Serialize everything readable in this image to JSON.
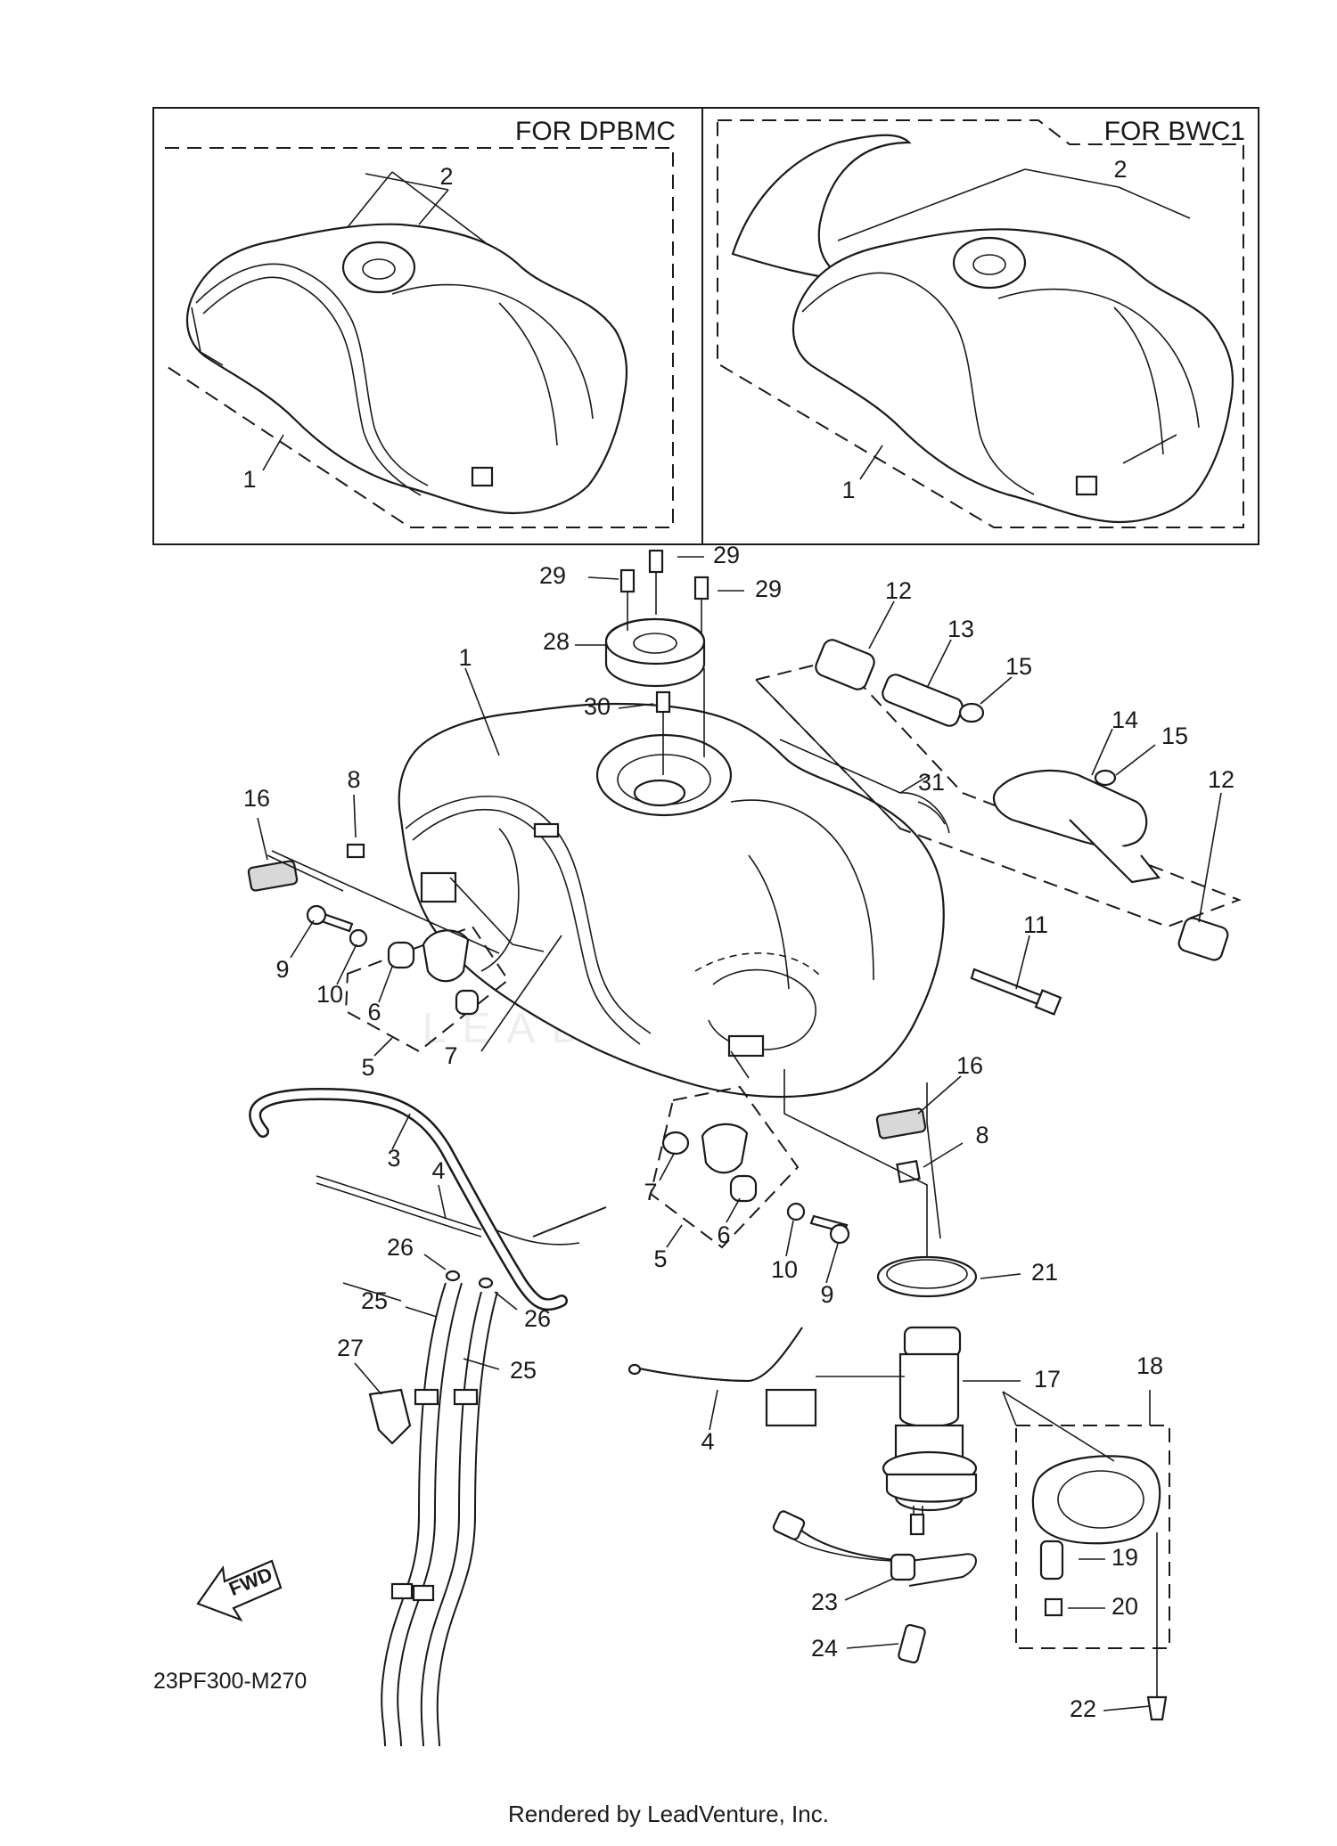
{
  "diagram": {
    "reference_code": "23PF300-M270",
    "footer_text": "Rendered by LeadVenture, Inc.",
    "watermark_text": "LEADVENTURE",
    "fwd_label": "FWD",
    "inset_boxes": [
      {
        "title": "FOR DPBMC",
        "labels": [
          "1",
          "2"
        ]
      },
      {
        "title": "FOR BWC1",
        "labels": [
          "1",
          "2"
        ]
      }
    ],
    "callouts": [
      "1",
      "2",
      "3",
      "4",
      "5",
      "6",
      "7",
      "8",
      "9",
      "10",
      "11",
      "12",
      "13",
      "14",
      "15",
      "16",
      "17",
      "18",
      "19",
      "20",
      "21",
      "22",
      "23",
      "24",
      "25",
      "26",
      "27",
      "28",
      "29",
      "30",
      "31"
    ]
  }
}
